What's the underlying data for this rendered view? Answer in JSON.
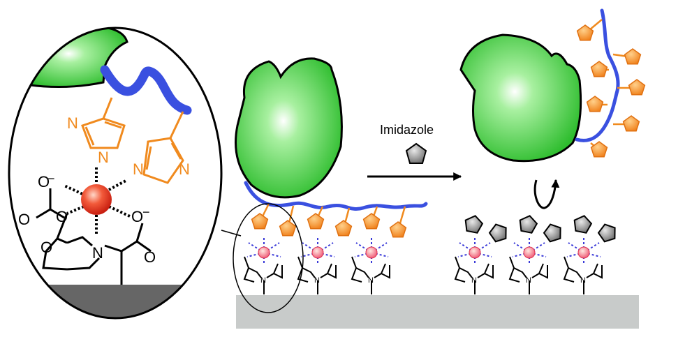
{
  "labels": {
    "imidazole": "Imidazole",
    "nitrogen": "N",
    "oxygen": "O",
    "charge_minus": "−",
    "nitrogen_surface": "N"
  },
  "colors": {
    "protein_green": "#33cc33",
    "linker_blue": "#3a50e0",
    "histidine_orange": "#f08a1e",
    "nickel_red": "#e0321e",
    "imidazole_gray": "#777777",
    "surface_gray": "#c8cbca",
    "dark_surface": "#666666",
    "chelate_dash": "#3a3ad8"
  },
  "icons": {
    "arrow": "right-arrow",
    "rotation": "curved-arrow",
    "pentagon": "pentagon"
  }
}
